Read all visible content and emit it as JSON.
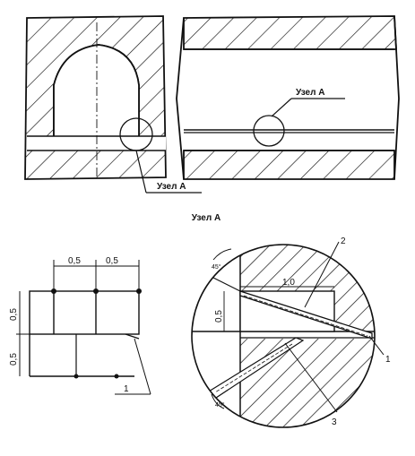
{
  "labels": {
    "node_a_1": "Узел А",
    "node_a_2": "Узел А",
    "node_a_title": "Узел А"
  },
  "dimensions": {
    "left_top_1": "0,5",
    "left_top_2": "0,5",
    "left_side_1": "0,5",
    "left_side_2": "0,5",
    "detail_width": "1,0",
    "detail_height": "0,5"
  },
  "angles": {
    "top": "45°",
    "bottom": "45°"
  },
  "callouts": {
    "left_1": "1",
    "right_1": "1",
    "right_2": "2",
    "right_3": "3"
  },
  "colors": {
    "ink": "#111111",
    "paper": "#ffffff"
  }
}
